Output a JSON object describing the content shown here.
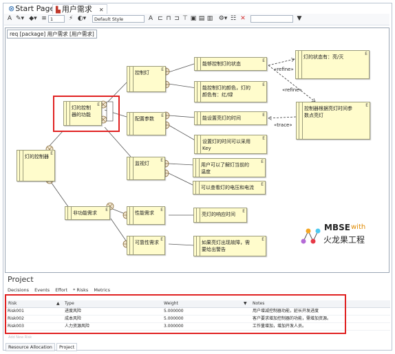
{
  "tabs": [
    {
      "label": "Start Page",
      "icon": "home-icon"
    },
    {
      "label": "用户需求",
      "icon": "diagram-icon"
    }
  ],
  "toolbar": {
    "zoom_value": "1",
    "style_value": "Default Style",
    "search_value": ""
  },
  "diagram": {
    "frame_label": "req [package] 用户需求 [用户需求]",
    "nodes": {
      "light_controller": "灯的控制器",
      "light_function": "灯的控制\n器的功能",
      "control_light": "控制灯",
      "config_params": "配置参数",
      "monitor_light": "监视灯",
      "nonfunctional": "非功能需求",
      "performance": "性能需求",
      "reliability": "可靠性需求",
      "control_state": "能够控制灯的状态",
      "control_color": "能控制灯的颜色，灯的\n颜色有：红/绿",
      "set_time": "能设置亮灯的时间",
      "set_time_key": "设置灯的时间可以采用\nKey",
      "user_temp": "用户可以了解灯当前的\n温度",
      "view_voltage": "可以查看灯的电压和电流",
      "response_time": "亮灯的响应时间",
      "fault_alarm": "如果亮灯出现故障，需\n要给出警告",
      "light_states": "灯的状态有：亮/灭",
      "controller_params": "控制器根据亮灯时间参\n数点亮灯"
    },
    "links": {
      "refine1": "«refine»",
      "refine2": "«refine»",
      "trace": "«trace»"
    }
  },
  "logo": {
    "name": "MBSE",
    "with": "with",
    "subtitle": "火龙果工程"
  },
  "project": {
    "title": "Project",
    "tabs": [
      "Decisions",
      "Events",
      "Effort",
      "* Risks",
      "Metrics"
    ],
    "columns": [
      "Risk",
      "Type",
      "Weight",
      "Notes"
    ],
    "rows": [
      {
        "risk": "Risk001",
        "type": "进度风险",
        "weight": "5.000000",
        "notes": "用户增减控制器功能，延长开发进度"
      },
      {
        "risk": "Risk002",
        "type": "成本风险",
        "weight": "5.000000",
        "notes": "客户要求增加控制器的功能，需增加资源。"
      },
      {
        "risk": "Risk003",
        "type": "人力资源风险",
        "weight": "3.000000",
        "notes": "工作量增加，增加开发人员。"
      }
    ],
    "add_row": "Add New Risk"
  },
  "bottom_tabs": [
    "Resource Allocation",
    "Project"
  ],
  "colors": {
    "node_fill": "#fffccc",
    "highlight": "#e02020",
    "accent": "#2b6cb0"
  }
}
